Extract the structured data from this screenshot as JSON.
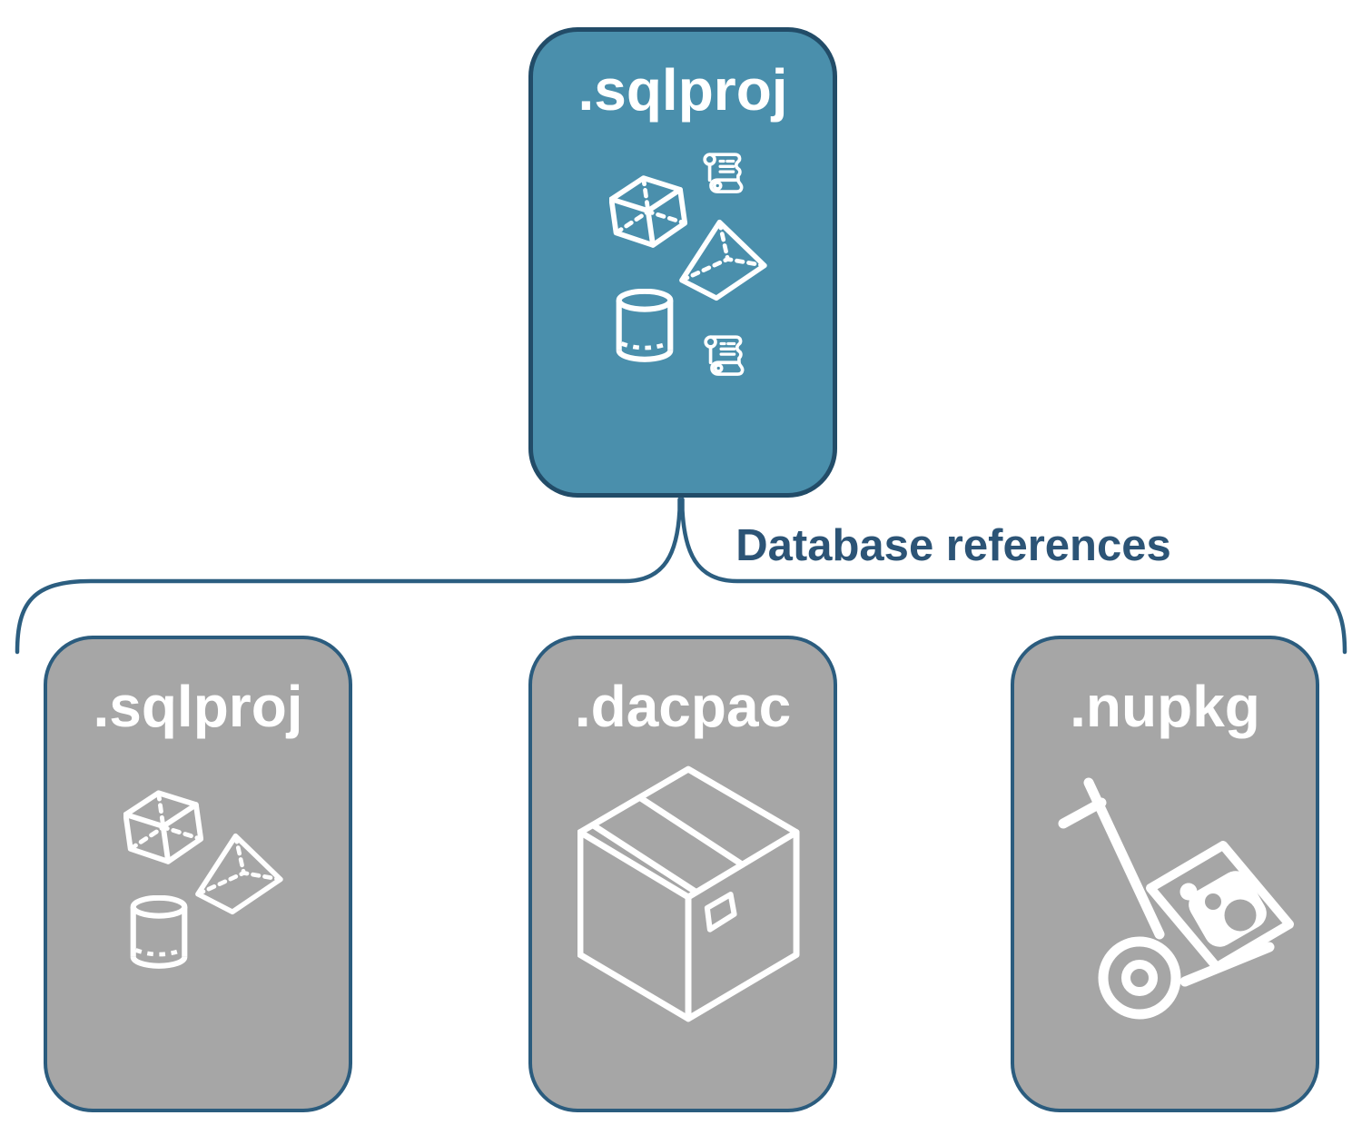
{
  "diagram": {
    "root": {
      "label": ".sqlproj",
      "icons": [
        "script-scroll-icon",
        "cube-icon",
        "pyramid-icon",
        "database-cylinder-icon",
        "script-scroll-icon"
      ]
    },
    "connector": {
      "label": "Database references",
      "shape": "brace-from-root-spanning-children"
    },
    "children": [
      {
        "label": ".sqlproj",
        "icons": [
          "cube-icon",
          "pyramid-icon",
          "database-cylinder-icon"
        ]
      },
      {
        "label": ".dacpac",
        "icons": [
          "package-box-icon"
        ]
      },
      {
        "label": ".nupkg",
        "icons": [
          "nuget-hand-truck-icon"
        ]
      }
    ],
    "colors": {
      "root_fill": "#4A8FAC",
      "root_border": "#224C68",
      "child_fill": "#A6A6A6",
      "child_border": "#2B5C7E",
      "connector_line": "#2C5E80",
      "connector_label_text": "#2C5476",
      "node_label_text": "#FFFFFF",
      "icon_stroke": "#FFFFFF",
      "background": "#FFFFFF"
    }
  }
}
